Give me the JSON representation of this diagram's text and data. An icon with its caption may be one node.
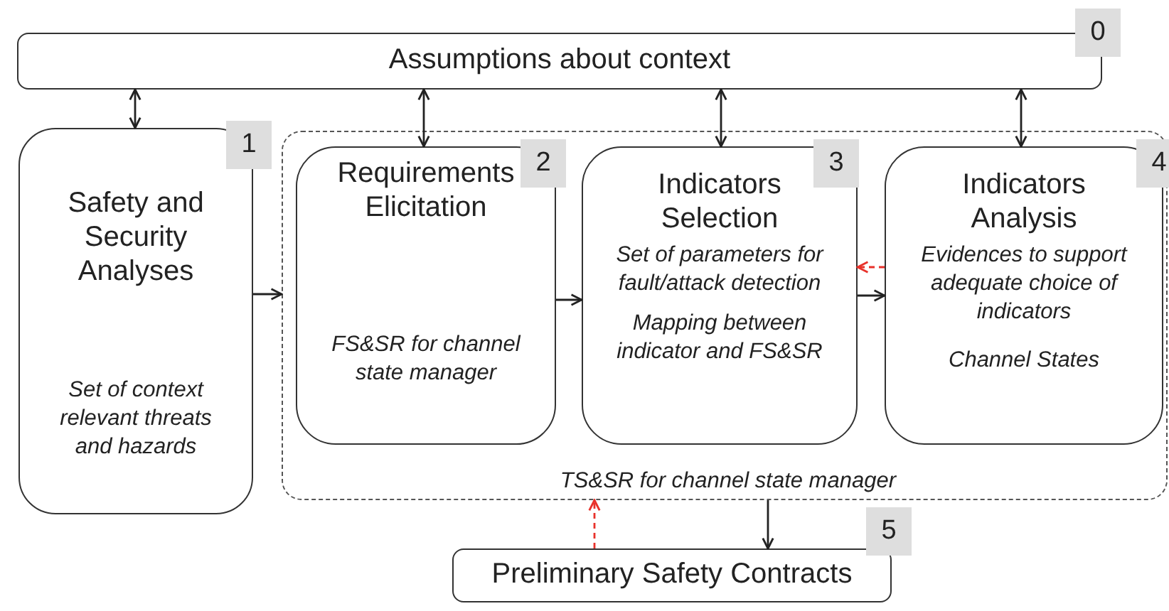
{
  "diagram": {
    "nodes": [
      {
        "text": [
          "0",
          "Assumptions about context"
        ]
      },
      {
        "text": [
          "1",
          "Safety and Security Analyses",
          "Set of context relevant threats and hazards"
        ]
      },
      {
        "text": [
          "TS&SR for channel state manager"
        ]
      },
      {
        "text": [
          "2",
          "Requirements Elicitation",
          "FS&SR for channel state manager"
        ],
        "in": 2
      },
      {
        "text": [
          "3",
          "Indicators Selection",
          "Set of parameters for fault/attack detection",
          "Mapping between indicator and FS&SR"
        ],
        "in": 2
      },
      {
        "text": [
          "4",
          "Indicators Analysis",
          "Evidences to support adequate choice of indicators",
          "Channel States"
        ],
        "in": 2
      },
      {
        "text": [
          "5",
          "Preliminary Safety Contracts"
        ]
      }
    ],
    "edges": [
      {
        "from": 0,
        "to": 1,
        "arrow": "both"
      },
      {
        "from": 0,
        "to": 3,
        "arrow": "both"
      },
      {
        "from": 0,
        "to": 4,
        "arrow": "both"
      },
      {
        "from": 0,
        "to": 5,
        "arrow": "both"
      },
      {
        "from": 1,
        "to": 2,
        "arrow": "to"
      },
      {
        "from": 3,
        "to": 4,
        "arrow": "to"
      },
      {
        "from": 4,
        "to": 5,
        "arrow": "to"
      },
      {
        "from": 5,
        "to": 4,
        "arrow": "to",
        "style": "dashed",
        "color": "#e8312a"
      },
      {
        "from": 2,
        "to": 6,
        "arrow": "to"
      },
      {
        "from": 6,
        "to": 2,
        "arrow": "to",
        "style": "dashed",
        "color": "#e8312a"
      }
    ]
  }
}
